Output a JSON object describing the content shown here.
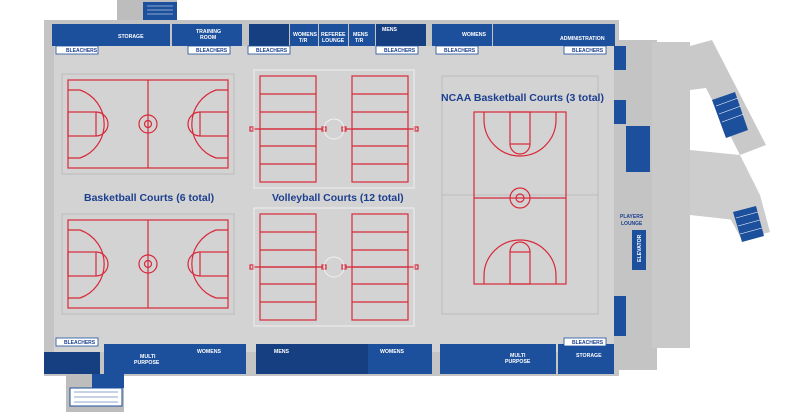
{
  "colors": {
    "floor": "#d3d3d3",
    "room": "#1c4f9c",
    "room_label": "#ffffff",
    "court_line": "#d8293a",
    "title_text": "#1c3f8f",
    "exterior": "#b8b8b8"
  },
  "top_rooms": {
    "multi_storage": "STORAGE",
    "training_room_1": "TRAINING",
    "training_room_2": "ROOM",
    "womens_tr_1": "WOMENS",
    "womens_tr_2": "T/R",
    "referee_lounge_1": "REFEREE",
    "referee_lounge_2": "LOUNGE",
    "mens_tr_1": "MENS",
    "mens_tr_2": "T/R",
    "mens": "MENS",
    "womens": "WOMENS",
    "administration": "ADMINISTRATION"
  },
  "bottom_rooms": {
    "multi_purpose_left_1": "MULTI",
    "multi_purpose_left_2": "PURPOSE",
    "womens": "WOMENS",
    "mens_left": "MENS",
    "womens_right": "WOMENS",
    "multi_purpose_right_1": "MULTI",
    "multi_purpose_right_2": "PURPOSE",
    "storage": "STORAGE"
  },
  "side_rooms": {
    "players_lounge_1": "PLAYERS",
    "players_lounge_2": "LOUNGE",
    "elevator": "ELEVATOR"
  },
  "bleachers_label": "BLEACHERS",
  "court_groups": {
    "basketball": "Basketball Courts (6 total)",
    "volleyball": "Volleyball Courts (12 total)",
    "ncaa": "NCAA Basketball Courts (3 total)"
  }
}
